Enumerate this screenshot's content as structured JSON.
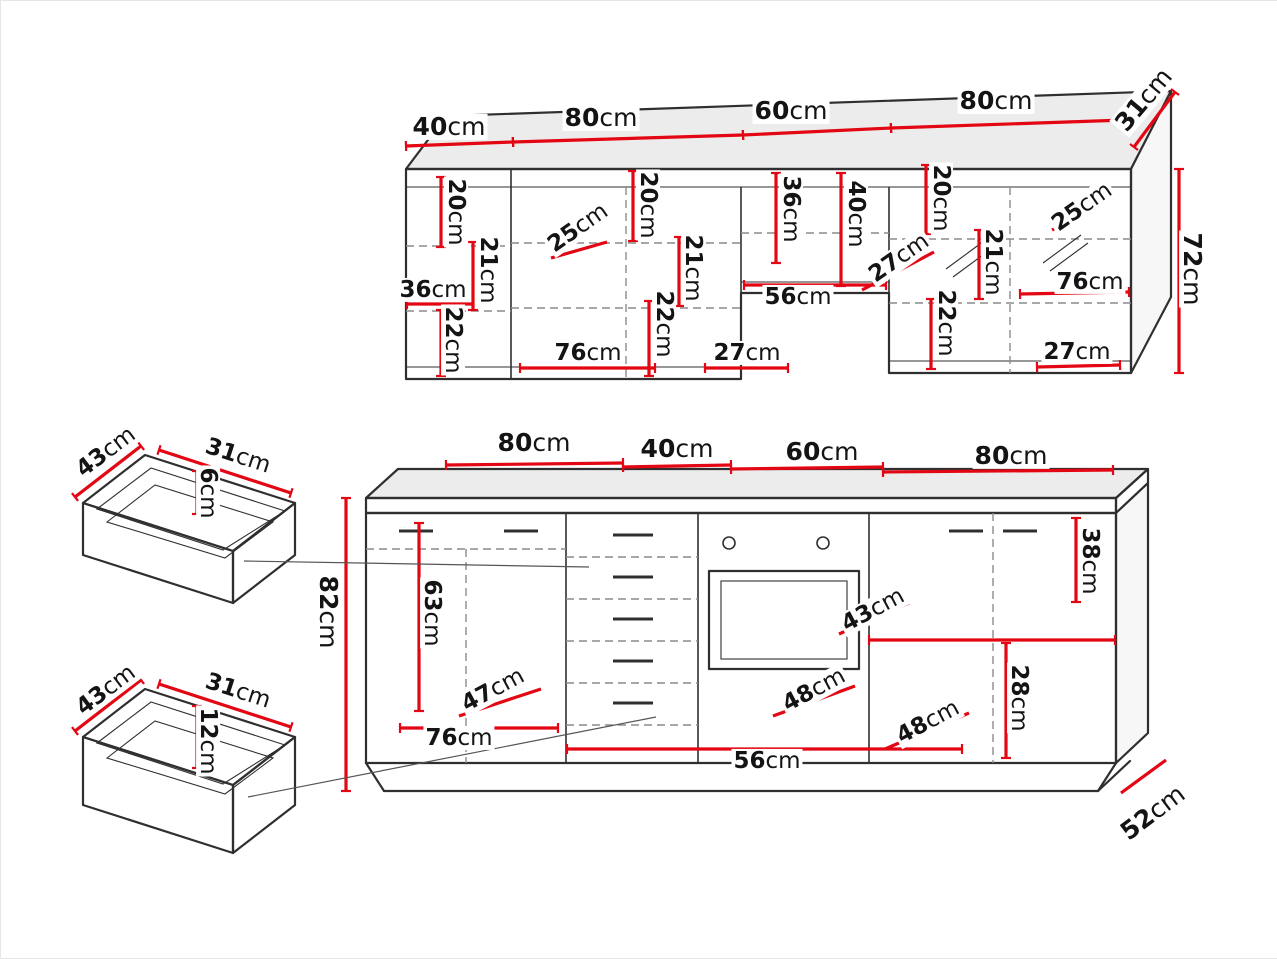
{
  "unit": "cm",
  "colors": {
    "dimension": "#e30613",
    "outline": "#2f2f2f",
    "hidden_line": "#8c8c8c",
    "background": "#ffffff"
  },
  "upper": {
    "widths": [
      "40",
      "80",
      "60",
      "80"
    ],
    "depth": "31",
    "height": "72",
    "dims": {
      "d20a": "20",
      "d21a": "21",
      "d36a": "36",
      "d22a": "22",
      "d25a": "25",
      "d20b": "20",
      "d21b": "21",
      "d22b": "22",
      "d76a": "76",
      "d27a": "27",
      "d36b": "36",
      "d40b": "40",
      "d56": "56",
      "d27b": "27",
      "d20c": "20",
      "d21c": "21",
      "d22c": "22",
      "d25b": "25",
      "d76b": "76",
      "d27c": "27"
    }
  },
  "lower": {
    "widths": [
      "80",
      "40",
      "60",
      "80"
    ],
    "height": "82",
    "depth": "52",
    "dims": {
      "d63": "63",
      "d47": "47",
      "d76": "76",
      "d56": "56",
      "d48a": "48",
      "d48b": "48",
      "d43": "43",
      "d38": "38",
      "d28": "28"
    }
  },
  "drawer_small": {
    "depth": "43",
    "width": "31",
    "height": "6"
  },
  "drawer_large": {
    "depth": "43",
    "width": "31",
    "height": "12"
  }
}
